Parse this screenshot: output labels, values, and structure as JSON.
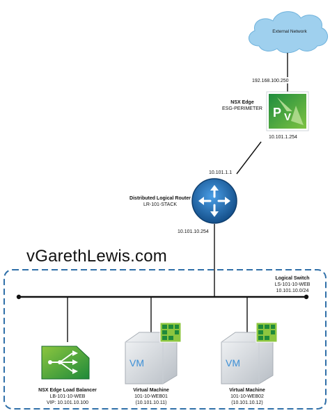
{
  "brand": "vGarethLewis.com",
  "external_network": {
    "label": "External Network"
  },
  "edge": {
    "title": "NSX Edge",
    "name": "ESG-PERIMETER",
    "uplink_ip": "192.168.100.250",
    "internal_ip": "10.101.1.254",
    "glyph_p": "P",
    "glyph_v": "V"
  },
  "dlr": {
    "title": "Distributed Logical Router",
    "name": "LR-101-STACK",
    "uplink_ip": "10.101.1.1",
    "internal_ip": "10.101.10.254"
  },
  "logical_switch": {
    "title": "Logical Switch",
    "name": "LS-101-10-WEB",
    "subnet": "10.101.10.0/24"
  },
  "load_balancer": {
    "title": "NSX Edge Load Balancer",
    "name": "LB-101-10-WEB",
    "vip": "VIP: 10.101.10.100"
  },
  "vms": [
    {
      "title": "Virtual Machine",
      "name": "101-10-WEB01",
      "ip": "(10.101.10.11)",
      "glyph": "VM"
    },
    {
      "title": "Virtual Machine",
      "name": "101-10-WEB02",
      "ip": "(10.101.10.12)",
      "glyph": "VM"
    }
  ],
  "colors": {
    "nsx_green_dark": "#1f8a3a",
    "nsx_green_light": "#8cc63f",
    "router_blue": "#1c6ab3",
    "dashed_border": "#2f6fa8",
    "cloud_blue": "#9fd0ee",
    "vm_gray": "#d9dde2"
  }
}
